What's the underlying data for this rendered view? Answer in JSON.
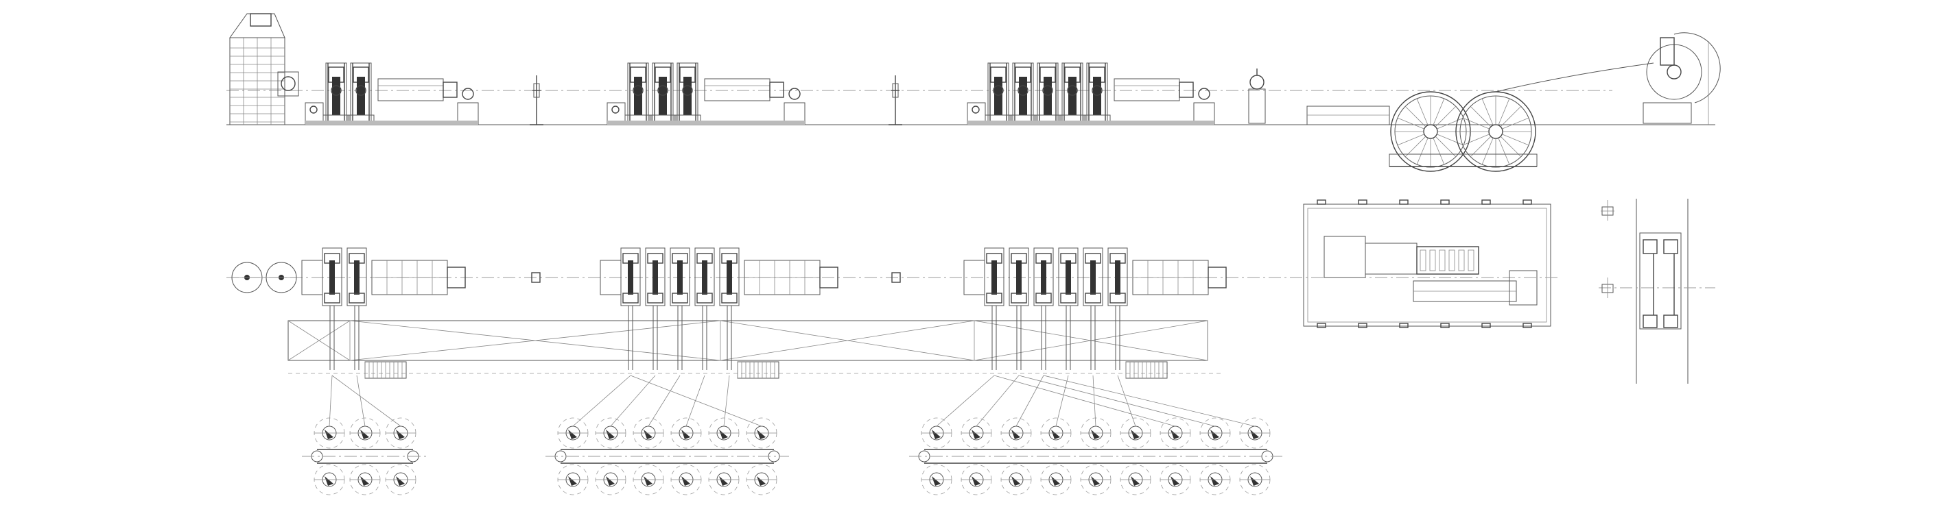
{
  "drawing": {
    "kind": "rolling-mill-line-layout",
    "views": [
      "elevation",
      "plan"
    ],
    "elevation_stands_per_group": [
      2,
      3,
      5
    ],
    "plan_motors_per_row": [
      3,
      6,
      9
    ],
    "colors": {
      "line": "#555555",
      "dark": "#333333",
      "centerline": "#999999",
      "background": "#ffffff"
    }
  }
}
